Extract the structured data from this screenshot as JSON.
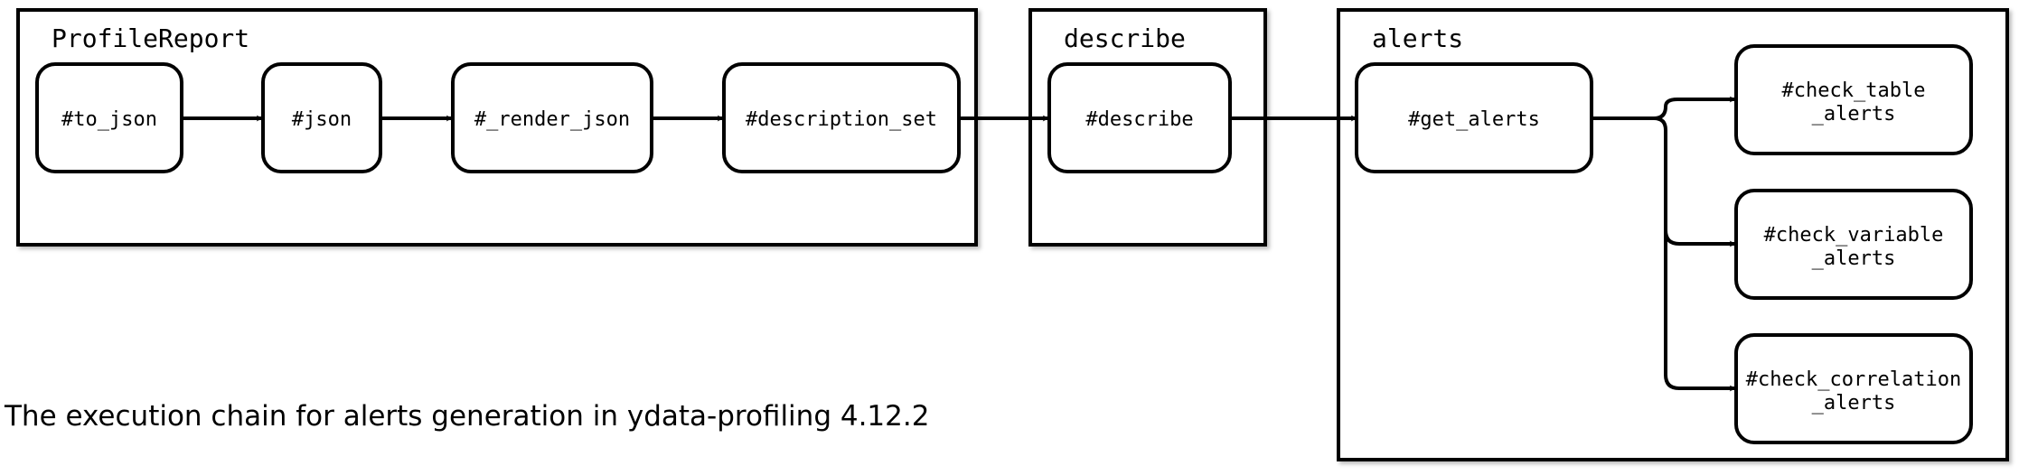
{
  "groups": {
    "profile_report": "ProfileReport",
    "describe": "describe",
    "alerts": "alerts"
  },
  "nodes": {
    "to_json": "#to_json",
    "json": "#json",
    "render_json": "#_render_json",
    "description_set": "#description_set",
    "describe": "#describe",
    "get_alerts": "#get_alerts",
    "check_table_alerts": [
      "#check_table",
      "_alerts"
    ],
    "check_variable_alerts": [
      "#check_variable",
      "_alerts"
    ],
    "check_correlation_alerts": [
      "#check_correlation",
      "_alerts"
    ]
  },
  "caption": "The execution chain for alerts generation in ydata-profiling 4.12.2"
}
